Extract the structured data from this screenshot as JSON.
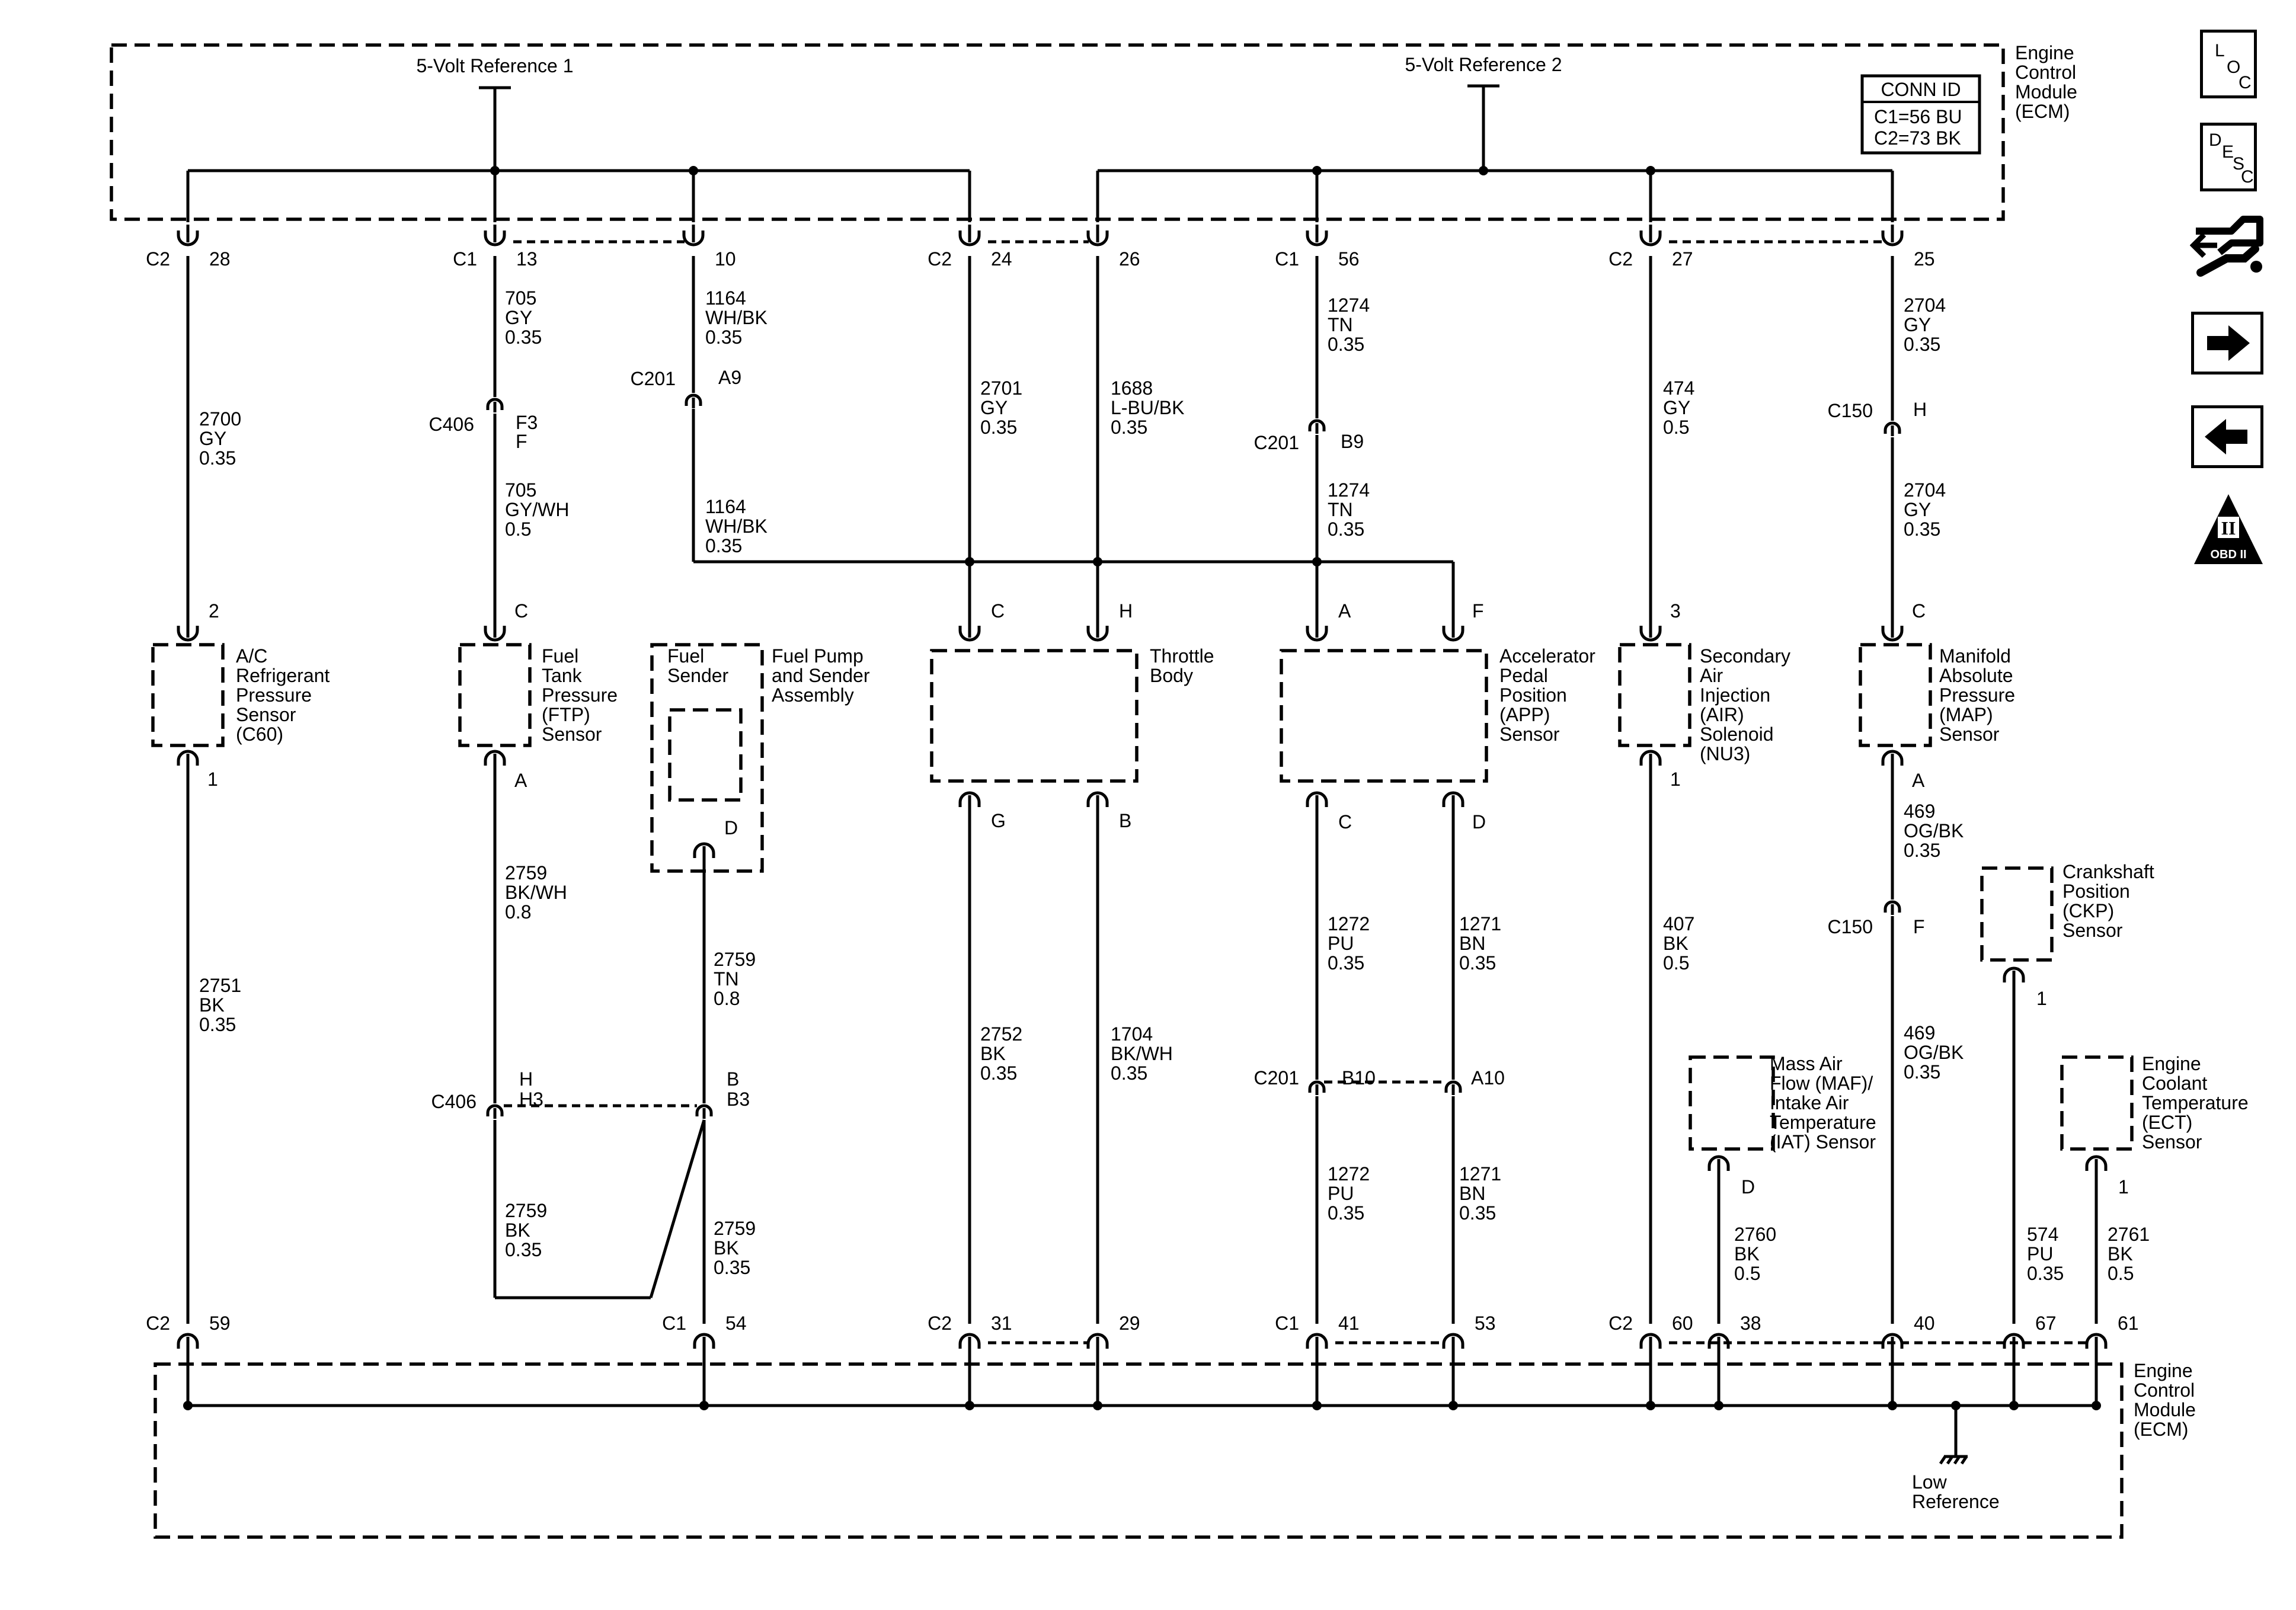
{
  "ecm": {
    "name_top": [
      "Engine",
      "Control",
      "Module",
      "(ECM)"
    ],
    "name_bottom": [
      "Engine",
      "Control",
      "Module",
      "(ECM)"
    ],
    "ref1": "5-Volt Reference 1",
    "ref2": "5-Volt Reference 2",
    "low_ref": [
      "Low",
      "Reference"
    ]
  },
  "conn_id": {
    "title": "CONN ID",
    "line1": "C1=56 BU",
    "line2": "C2=73 BK"
  },
  "nav": {
    "loc_icon": "loc-icon",
    "desc_icon": "desc-icon",
    "connector_icon": "connector-icon",
    "next_icon": "arrow-right-icon",
    "prev_icon": "arrow-left-icon",
    "obd_icon": "obd-ii-icon",
    "obd_label": "OBD II",
    "obd_num": "II"
  },
  "pins_top": [
    {
      "conn": "C2",
      "pin": "28"
    },
    {
      "conn": "C1",
      "pin": "13"
    },
    {
      "conn": "",
      "pin": "10"
    },
    {
      "conn": "C2",
      "pin": "24"
    },
    {
      "conn": "",
      "pin": "26"
    },
    {
      "conn": "C1",
      "pin": "56"
    },
    {
      "conn": "C2",
      "pin": "27"
    },
    {
      "conn": "",
      "pin": "25"
    }
  ],
  "pins_bottom": [
    {
      "conn": "C2",
      "pin": "59"
    },
    {
      "conn": "C1",
      "pin": "54"
    },
    {
      "conn": "C2",
      "pin": "31"
    },
    {
      "conn": "",
      "pin": "29"
    },
    {
      "conn": "C1",
      "pin": "41"
    },
    {
      "conn": "",
      "pin": "53"
    },
    {
      "conn": "C2",
      "pin": "60"
    },
    {
      "conn": "",
      "pin": "38"
    },
    {
      "conn": "",
      "pin": "40"
    },
    {
      "conn": "",
      "pin": "67"
    },
    {
      "conn": "",
      "pin": "61"
    }
  ],
  "inline": [
    {
      "name": "C406",
      "pins": [
        "F3",
        "F"
      ]
    },
    {
      "name": "C201",
      "pins": [
        "A9"
      ]
    },
    {
      "name": "C201",
      "pins": [
        "B9"
      ]
    },
    {
      "name": "C150",
      "pins": [
        "H"
      ]
    },
    {
      "name": "C150",
      "pins": [
        "F"
      ]
    },
    {
      "name": "C406",
      "pins": [
        "H",
        "H3"
      ]
    },
    {
      "name": "",
      "pins": [
        "B",
        "B3"
      ]
    },
    {
      "name": "C201",
      "pins": [
        "B10"
      ]
    },
    {
      "name": "",
      "pins": [
        "A10"
      ]
    }
  ],
  "components": [
    {
      "lines": [
        "A/C",
        "Refrigerant",
        "Pressure",
        "Sensor",
        "(C60)"
      ],
      "pins": [
        "2",
        "1"
      ]
    },
    {
      "lines": [
        "Fuel",
        "Tank",
        "Pressure",
        "(FTP)",
        "Sensor"
      ],
      "pins": [
        "C",
        "A"
      ]
    },
    {
      "lines": [
        "Fuel Pump",
        "and Sender",
        "Assembly"
      ],
      "pins": [
        "D"
      ]
    },
    {
      "lines": [
        "Fuel",
        "Sender"
      ],
      "pins": []
    },
    {
      "lines": [
        "Throttle",
        "Body"
      ],
      "pins": [
        "C",
        "H",
        "G",
        "B"
      ]
    },
    {
      "lines": [
        "Accelerator",
        "Pedal",
        "Position",
        "(APP)",
        "Sensor"
      ],
      "pins": [
        "A",
        "F",
        "C",
        "D"
      ]
    },
    {
      "lines": [
        "Secondary",
        "Air",
        "Injection",
        "(AIR)",
        "Solenoid",
        "(NU3)"
      ],
      "pins": [
        "3",
        "1"
      ]
    },
    {
      "lines": [
        "Manifold",
        "Absolute",
        "Pressure",
        "(MAP)",
        "Sensor"
      ],
      "pins": [
        "C",
        "A"
      ]
    },
    {
      "lines": [
        "Crankshaft",
        "Position",
        "(CKP)",
        "Sensor"
      ],
      "pins": [
        "1"
      ]
    },
    {
      "lines": [
        "Mass Air",
        "Flow (MAF)/",
        "Intake Air",
        "Temperature",
        "(IAT) Sensor"
      ],
      "pins": [
        "D"
      ]
    },
    {
      "lines": [
        "Engine",
        "Coolant",
        "Temperature",
        "(ECT)",
        "Sensor"
      ],
      "pins": [
        "1"
      ]
    }
  ],
  "wires": [
    {
      "circuit": "2700",
      "color": "GY",
      "size": "0.35"
    },
    {
      "circuit": "2751",
      "color": "BK",
      "size": "0.35"
    },
    {
      "circuit": "705",
      "color": "GY",
      "size": "0.35"
    },
    {
      "circuit": "705",
      "color": "GY/WH",
      "size": "0.5"
    },
    {
      "circuit": "2759",
      "color": "BK/WH",
      "size": "0.8"
    },
    {
      "circuit": "2759",
      "color": "BK",
      "size": "0.35"
    },
    {
      "circuit": "1164",
      "color": "WH/BK",
      "size": "0.35"
    },
    {
      "circuit": "1164",
      "color": "WH/BK",
      "size": "0.35"
    },
    {
      "circuit": "2759",
      "color": "TN",
      "size": "0.8"
    },
    {
      "circuit": "2759",
      "color": "BK",
      "size": "0.35"
    },
    {
      "circuit": "2701",
      "color": "GY",
      "size": "0.35"
    },
    {
      "circuit": "2752",
      "color": "BK",
      "size": "0.35"
    },
    {
      "circuit": "1688",
      "color": "L-BU/BK",
      "size": "0.35"
    },
    {
      "circuit": "1704",
      "color": "BK/WH",
      "size": "0.35"
    },
    {
      "circuit": "1274",
      "color": "TN",
      "size": "0.35"
    },
    {
      "circuit": "1274",
      "color": "TN",
      "size": "0.35"
    },
    {
      "circuit": "1272",
      "color": "PU",
      "size": "0.35"
    },
    {
      "circuit": "1272",
      "color": "PU",
      "size": "0.35"
    },
    {
      "circuit": "1271",
      "color": "BN",
      "size": "0.35"
    },
    {
      "circuit": "1271",
      "color": "BN",
      "size": "0.35"
    },
    {
      "circuit": "474",
      "color": "GY",
      "size": "0.5"
    },
    {
      "circuit": "407",
      "color": "BK",
      "size": "0.5"
    },
    {
      "circuit": "2704",
      "color": "GY",
      "size": "0.35"
    },
    {
      "circuit": "2704",
      "color": "GY",
      "size": "0.35"
    },
    {
      "circuit": "469",
      "color": "OG/BK",
      "size": "0.35"
    },
    {
      "circuit": "469",
      "color": "OG/BK",
      "size": "0.35"
    },
    {
      "circuit": "2760",
      "color": "BK",
      "size": "0.5"
    },
    {
      "circuit": "574",
      "color": "PU",
      "size": "0.35"
    },
    {
      "circuit": "2761",
      "color": "BK",
      "size": "0.5"
    }
  ]
}
